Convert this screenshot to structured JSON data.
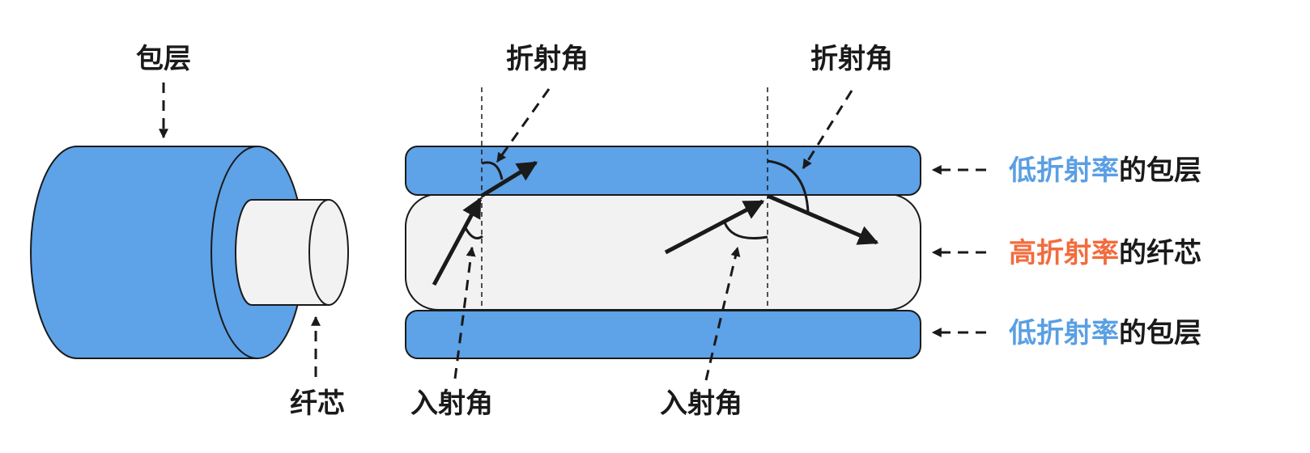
{
  "labels": {
    "cladding": "包层",
    "core": "纤芯",
    "refraction_angle_1": "折射角",
    "refraction_angle_2": "折射角",
    "incident_angle_1": "入射角",
    "incident_angle_2": "入射角"
  },
  "legend": [
    {
      "highlight": "低折射率",
      "rest": "的包层",
      "color": "#5a9fe3"
    },
    {
      "highlight": "高折射率",
      "rest": "的纤芯",
      "color": "#f26c3e"
    },
    {
      "highlight": "低折射率",
      "rest": "的包层",
      "color": "#5a9fe3"
    }
  ],
  "colors": {
    "cladding_fill": "#5ea2e8",
    "core_fill": "#f2f2f2",
    "low_index_text": "#5a9fe3",
    "high_index_text": "#f26c3e",
    "outline": "#1a1a1a"
  }
}
